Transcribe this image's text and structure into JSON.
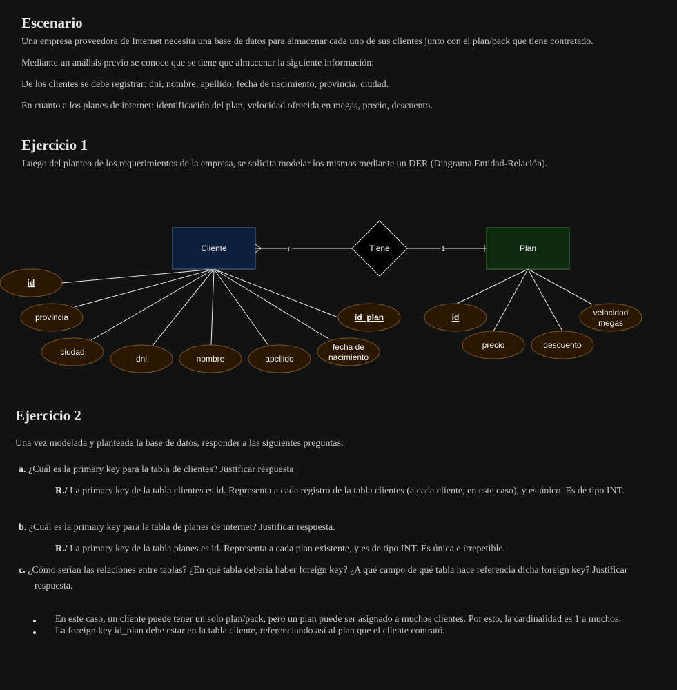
{
  "escenario": {
    "title": "Escenario",
    "p1": "Una empresa proveedora de Internet necesita una base de datos para almacenar cada uno de sus clientes junto con el plan/pack que tiene contratado.",
    "p2": "Mediante un análisis previo se conoce que se tiene que almacenar la siguiente información:",
    "p3": "De los clientes se debe registrar: dni, nombre, apellido, fecha de nacimiento, provincia, ciudad.",
    "p4": "En cuanto a los planes de internet: identificación del plan, velocidad ofrecida en megas, precio, descuento."
  },
  "ejercicio1": {
    "title": "Ejercicio 1",
    "p1": "Luego del planteo de los requerimientos de la empresa, se solicita modelar los mismos mediante un DER (Diagrama Entidad-Relación)."
  },
  "diagram": {
    "entity_cliente": "Cliente",
    "entity_plan": "Plan",
    "relationship": "Tiene",
    "card_cliente": "n",
    "card_plan": "1",
    "cliente_attrs": {
      "id": "id",
      "provincia": "provincia",
      "ciudad": "ciudad",
      "dni": "dni",
      "nombre": "nombre",
      "apellido": "apellido",
      "fecha1": "fecha de",
      "fecha2": "nacimiento",
      "id_plan": "id_plan"
    },
    "plan_attrs": {
      "id": "id",
      "precio": "precio",
      "descuento": "descuento",
      "velocidad1": "velocidad",
      "velocidad2": "megas"
    },
    "colors": {
      "entity_cliente_fill": "#0d1f3a",
      "entity_cliente_stroke": "#4a6ea0",
      "entity_plan_fill": "#0f2a12",
      "entity_plan_stroke": "#3d7a32",
      "attr_fill": "#2a1700",
      "attr_stroke": "#7a5520"
    }
  },
  "ejercicio2": {
    "title": "Ejercicio 2",
    "intro": "Una vez modelada y planteada la base de datos, responder a las siguientes preguntas:",
    "qa_label": "a.",
    "qa_text": " ¿Cuál es la primary key para la tabla de clientes? Justificar respuesta",
    "aa_label": "R./",
    "aa_text": " La primary key de la tabla clientes es id. Representa a cada registro de la tabla clientes (a cada cliente, en este caso), y es único. Es de tipo INT.",
    "qb_label": "b",
    "qb_text": ". ¿Cuál es la primary key para la tabla de planes de internet? Justificar respuesta.",
    "ab_label": "R./",
    "ab_text": " La primary key de la tabla planes es id. Representa a cada plan existente, y es de tipo INT. Es única e irrepetible.",
    "qc_label": "c.",
    "qc_text1": " ¿Cómo serían las relaciones entre tablas? ¿En qué tabla debería haber foreign key? ¿A qué campo de qué tabla hace referencia dicha foreign key? Justificar",
    "qc_text2": "respuesta.",
    "bullet1": "En este caso, un cliente puede tener un solo plan/pack, pero un plan puede ser asignado a muchos clientes. Por esto, la cardinalidad es 1 a muchos.",
    "bullet2": "La foreign key id_plan debe estar en la tabla cliente, referenciando así al plan que el cliente contrató."
  }
}
